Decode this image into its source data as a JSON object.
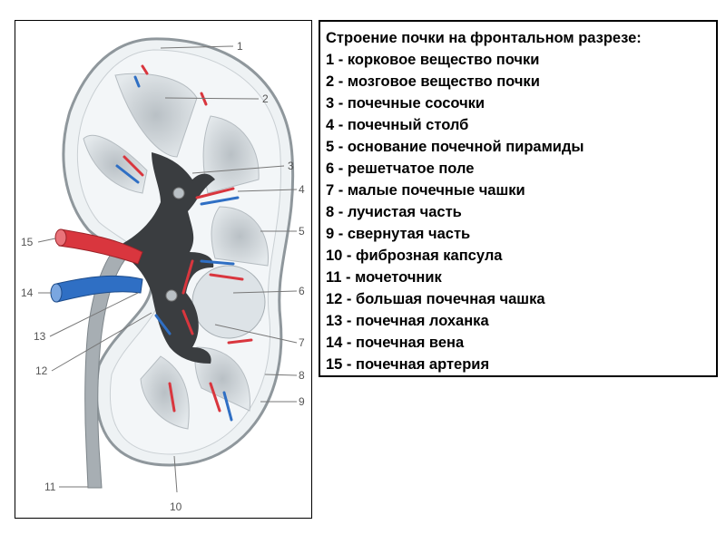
{
  "legend": {
    "title": "Строение почки на фронтальном разрезе:",
    "items": [
      "1 - корковое вещество почки",
      "2 - мозговое вещество почки",
      "3 - почечные сосочки",
      "4 - почечный столб",
      "5 - основание почечной пирамиды",
      "6 - решетчатое поле",
      "7 - малые почечные чашки",
      "8 - лучистая часть",
      "9 - свернутая часть",
      "10 - фиброзная капсула",
      "11 - мочеточник",
      "12 - большая почечная чашка",
      "13 - почечная лоханка",
      "14 - почечная вена",
      "15 - почечная артерия"
    ]
  },
  "figure": {
    "numbers": [
      "1",
      "2",
      "3",
      "4",
      "5",
      "6",
      "7",
      "8",
      "9",
      "10",
      "11",
      "12",
      "13",
      "14",
      "15"
    ],
    "colors": {
      "artery": "#d9363e",
      "vein": "#2f6fc4",
      "pyramid": "#c9cfd3",
      "cortex": "#e8eef2",
      "pelvis": "#3a3d40",
      "capsule": "#9aa2a8"
    }
  }
}
